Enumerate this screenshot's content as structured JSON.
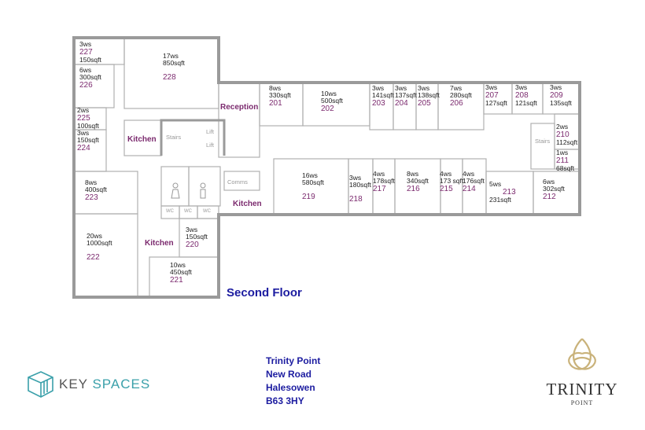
{
  "floor_title": "Second Floor",
  "rooms": [
    {
      "number": "227",
      "ws": "3ws",
      "sqft": "150sqft"
    },
    {
      "number": "226",
      "ws": "6ws",
      "sqft": "300sqft"
    },
    {
      "number": "228",
      "ws": "17ws",
      "sqft": "850sqft"
    },
    {
      "number": "225",
      "ws": "2ws",
      "sqft": "100sqft"
    },
    {
      "number": "224",
      "ws": "3ws",
      "sqft": "150sqft"
    },
    {
      "number": "201",
      "ws": "8ws",
      "sqft": "330sqft"
    },
    {
      "number": "202",
      "ws": "10ws",
      "sqft": "500sqft"
    },
    {
      "number": "203",
      "ws": "3ws",
      "sqft": "141sqft"
    },
    {
      "number": "204",
      "ws": "3ws",
      "sqft": "137sqft"
    },
    {
      "number": "205",
      "ws": "3ws",
      "sqft": "138sqft"
    },
    {
      "number": "206",
      "ws": "7ws",
      "sqft": "280sqft"
    },
    {
      "number": "207",
      "ws": "3ws",
      "sqft": "127sqft"
    },
    {
      "number": "208",
      "ws": "3ws",
      "sqft": "121sqft"
    },
    {
      "number": "209",
      "ws": "3ws",
      "sqft": "135sqft"
    },
    {
      "number": "210",
      "ws": "2ws",
      "sqft": "112sqft"
    },
    {
      "number": "211",
      "ws": "1ws",
      "sqft": "68sqft"
    },
    {
      "number": "219",
      "ws": "16ws",
      "sqft": "580sqft"
    },
    {
      "number": "218",
      "ws": "3ws",
      "sqft": "180sqft"
    },
    {
      "number": "217",
      "ws": "4ws",
      "sqft": "178sqft"
    },
    {
      "number": "216",
      "ws": "8ws",
      "sqft": "340sqft"
    },
    {
      "number": "215",
      "ws": "4ws",
      "sqft": "173 sqft"
    },
    {
      "number": "214",
      "ws": "4ws",
      "sqft": "176sqft"
    },
    {
      "number": "213",
      "ws": "5ws",
      "sqft": "231sqft"
    },
    {
      "number": "212",
      "ws": "6ws",
      "sqft": "302sqft"
    },
    {
      "number": "223",
      "ws": "8ws",
      "sqft": "400sqft"
    },
    {
      "number": "222",
      "ws": "20ws",
      "sqft": "1000sqft"
    },
    {
      "number": "220",
      "ws": "3ws",
      "sqft": "150sqft"
    },
    {
      "number": "221",
      "ws": "10ws",
      "sqft": "450sqft"
    }
  ],
  "labels": {
    "reception": "Reception",
    "kitchen": "Kitchen",
    "stairs": "Stairs",
    "lift": "Lift",
    "comms": "Comms",
    "wc": "WC"
  },
  "address": [
    "Trinity Point",
    "New Road",
    "Halesowen",
    "B63 3HY"
  ],
  "logos": {
    "key_spaces": {
      "word1": "KEY",
      "word2": "SPACES"
    },
    "trinity_point": {
      "line1": "TRINITY",
      "line2": "POINT"
    }
  },
  "colors": {
    "room_number": "#7b2a6e",
    "title": "#1c1ca0",
    "wall": "#9a9a9a",
    "key_spaces": "#3aa0aa",
    "trinity_gold": "#c9b27a"
  }
}
